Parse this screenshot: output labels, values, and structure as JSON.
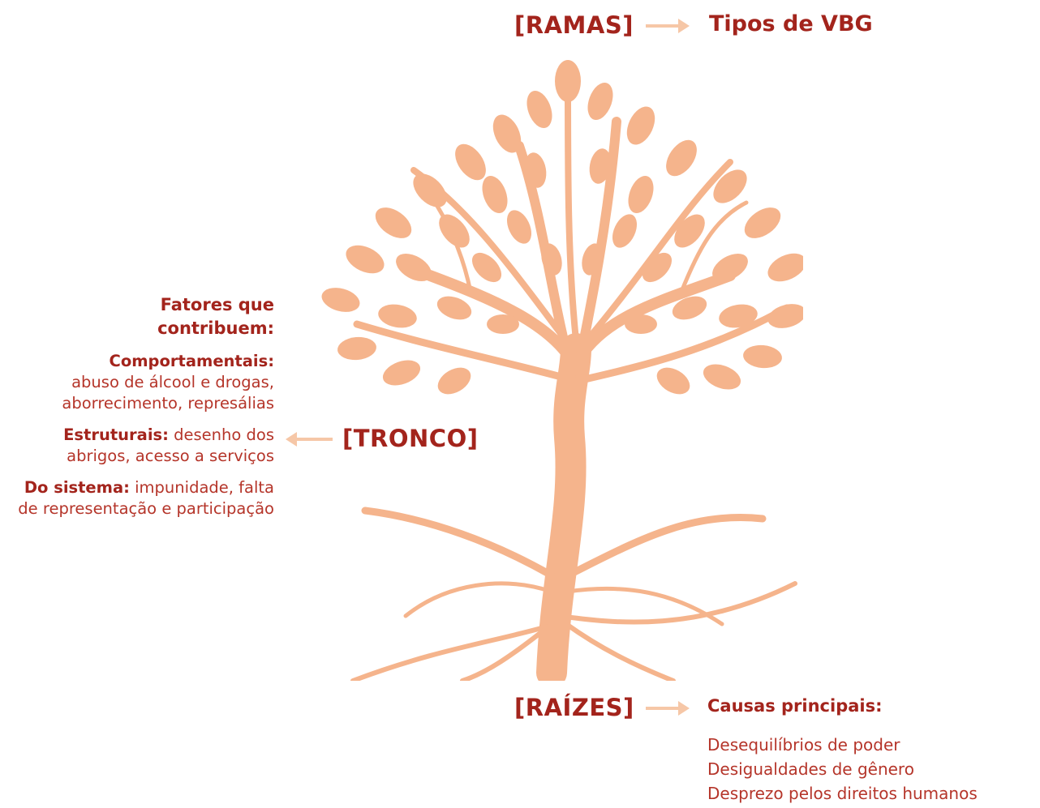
{
  "branches": {
    "label": "[RAMAS]",
    "description": "Tipos de VBG"
  },
  "trunk": {
    "label": "[TRONCO]",
    "heading_line1": "Fatores que",
    "heading_line2": "contribuem:",
    "factors": [
      {
        "name": "Comportamentais:",
        "text": "abuso de álcool e drogas, aborrecimento, represálias"
      },
      {
        "name": "Estruturais:",
        "text": "desenho dos abrigos, acesso a serviços"
      },
      {
        "name": "Do sistema:",
        "text": "impunidade, falta de representação e participação"
      }
    ]
  },
  "roots": {
    "label": "[RAÍZES]",
    "heading": "Causas principais:",
    "causes": [
      "Desequilíbrios de poder",
      "Desigualdades de gênero",
      "Desprezo pelos direitos humanos"
    ]
  },
  "colors": {
    "dark_red": "#a3241c",
    "text_red": "#b5352a",
    "tree_peach": "#f5b48c",
    "arrow_peach": "#f6c7a7"
  },
  "icons": [
    "tree-icon",
    "arrow-right-icon",
    "arrow-left-icon"
  ]
}
